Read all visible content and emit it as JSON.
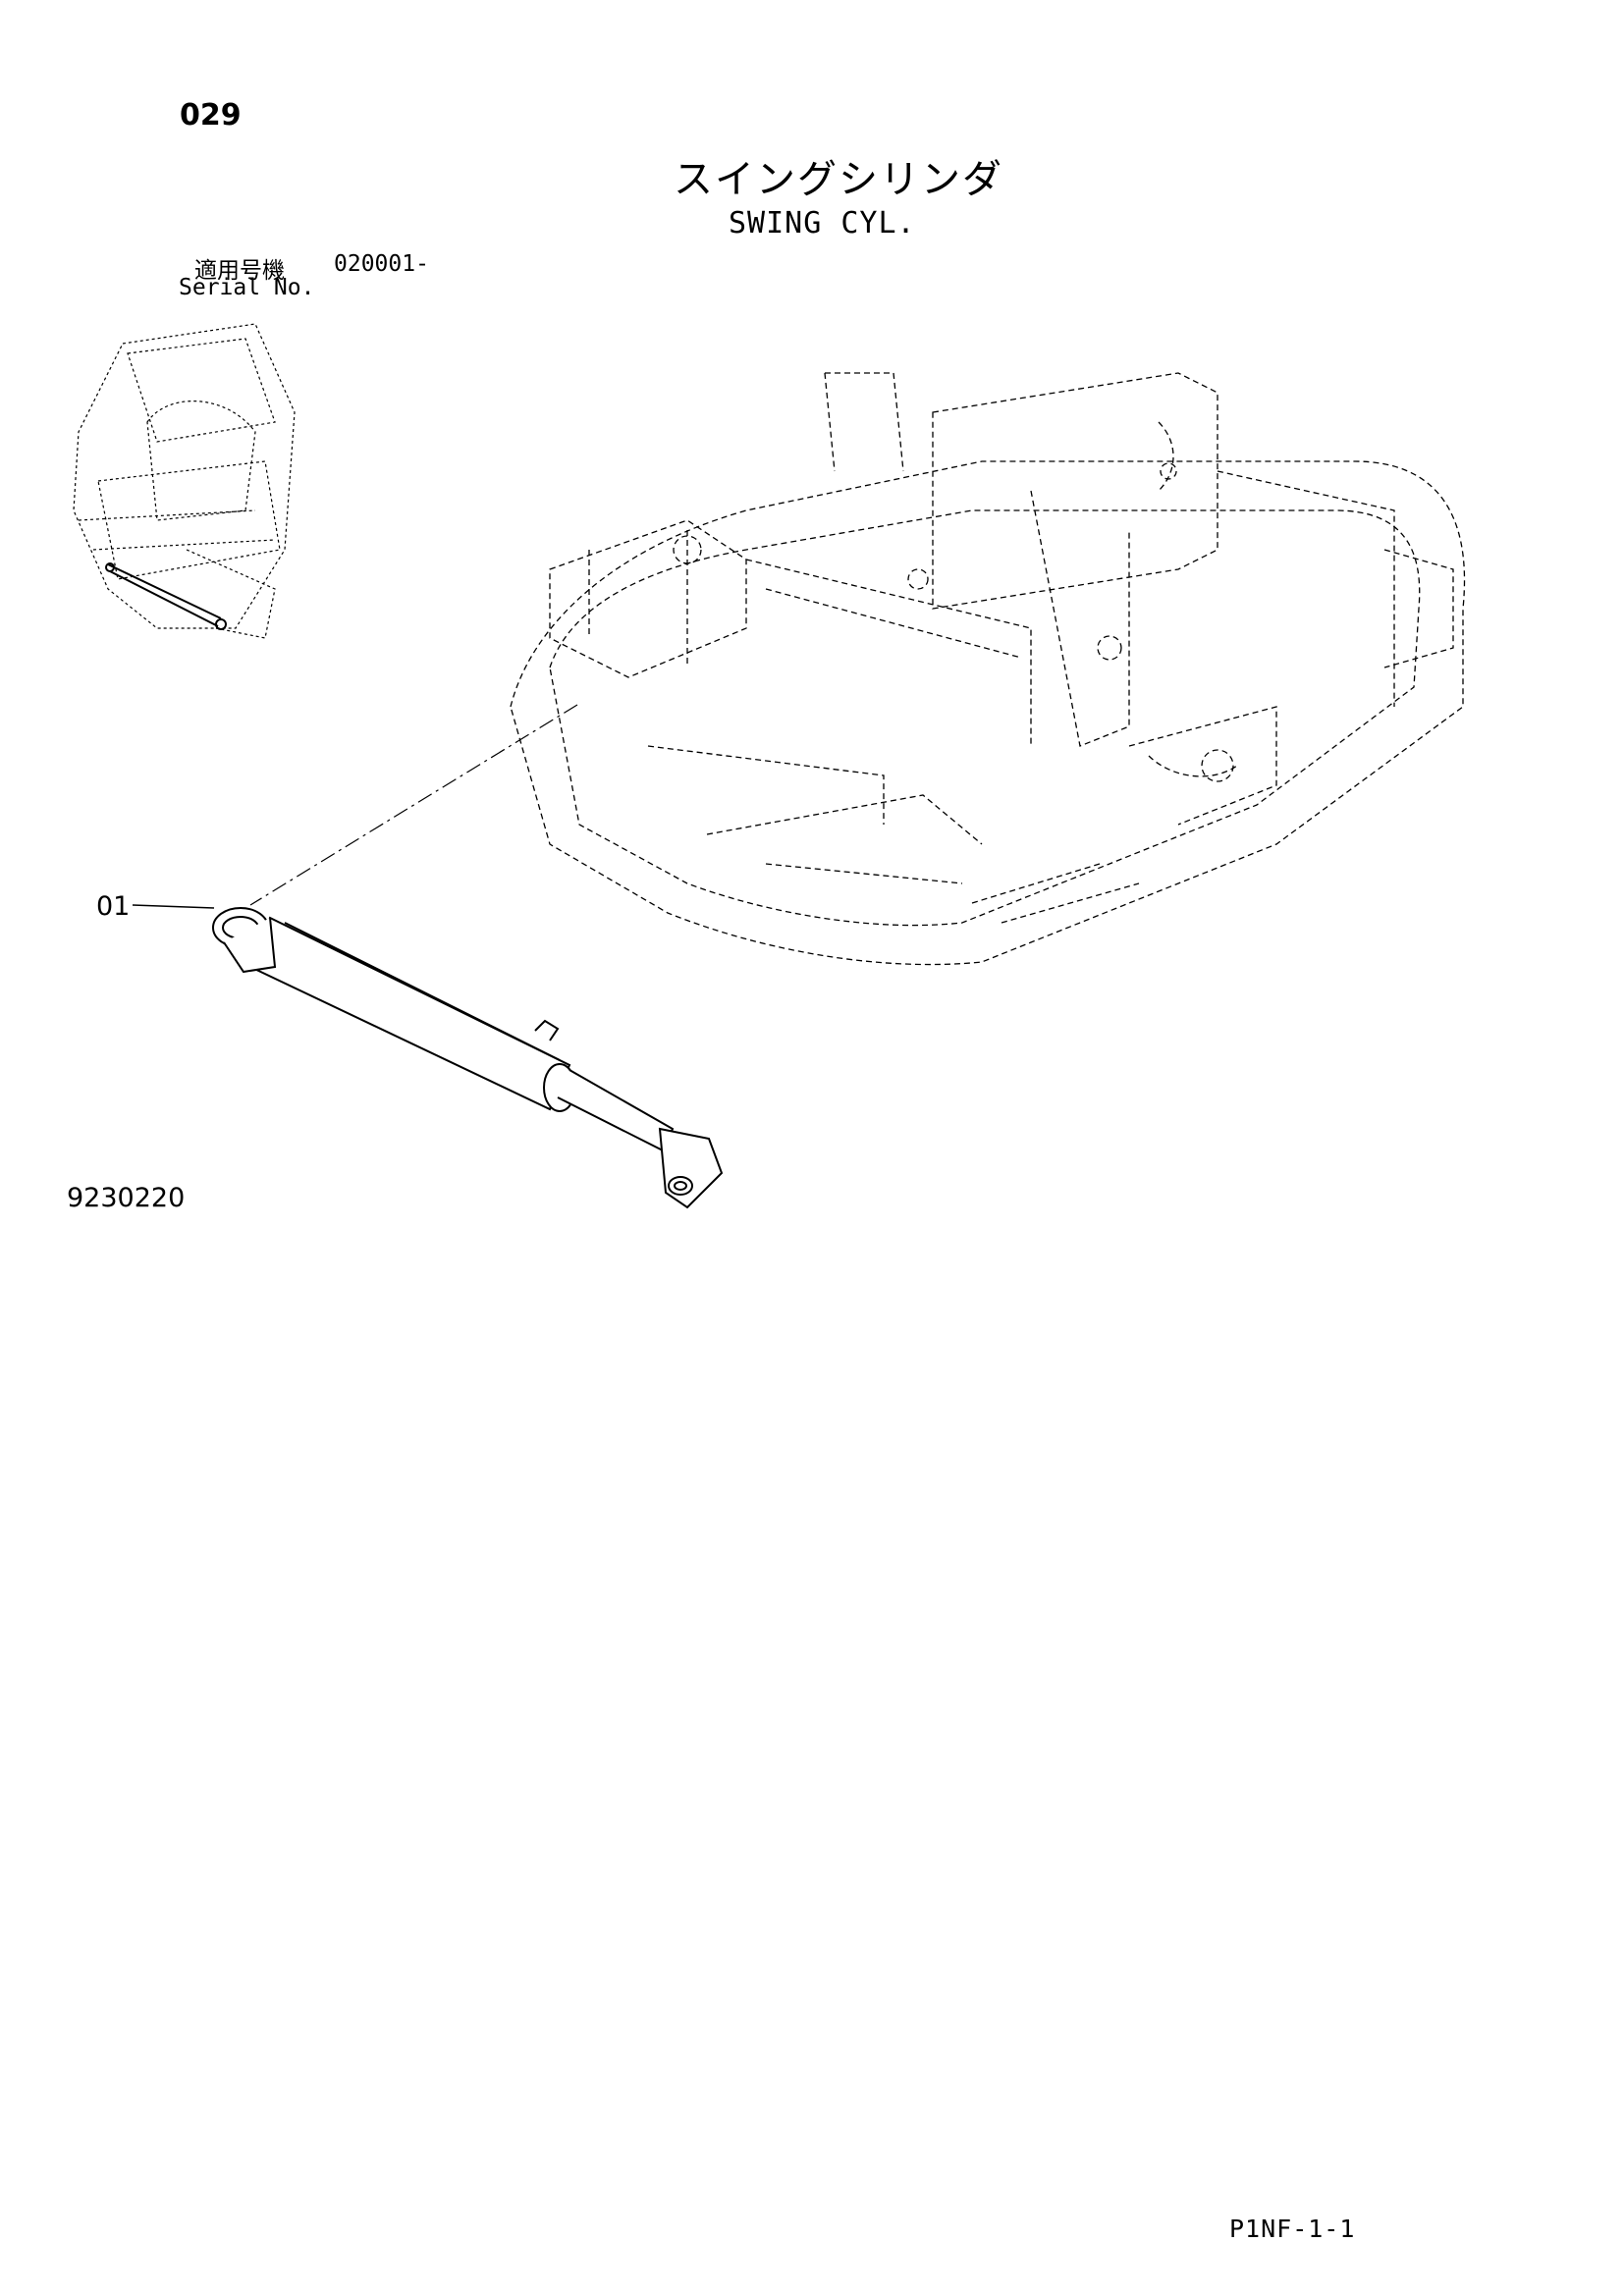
{
  "header": {
    "page_number": "029",
    "title_jp": "スイングシリンダ",
    "title_en": "SWING CYL.",
    "serial_label_jp": "適用号機",
    "serial_value": "020001-",
    "serial_label_en": "Serial No."
  },
  "callouts": [
    {
      "label": "01"
    }
  ],
  "drawing_number": "9230220",
  "page_reference": "P1NF-1-1",
  "colors": {
    "line": "#000000",
    "background": "#ffffff"
  }
}
